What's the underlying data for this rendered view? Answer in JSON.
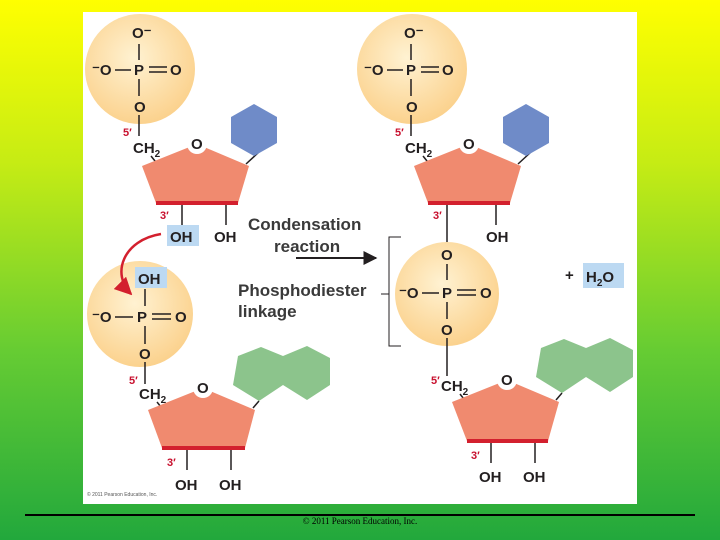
{
  "atoms": {
    "o_minus": "O⁻",
    "minus_o": "⁻O",
    "p": "P",
    "o": "O",
    "oh": "OH",
    "ch2": "CH",
    "sub2": "2"
  },
  "positions": {
    "five_prime": "5′",
    "three_prime": "3′"
  },
  "labels": {
    "condensation_line1": "Condensation",
    "condensation_line2": "reaction",
    "phosphodiester_line1": "Phosphodiester",
    "phosphodiester_line2": "linkage",
    "plus": "+",
    "water_h": "H",
    "water_sub": "2",
    "water_o": "O"
  },
  "colors": {
    "phosphate_circle": "#fbd28e",
    "sugar_ring": "#f08a6f",
    "sugar_bottom_edge": "#d3202e",
    "purine": "#8cc48c",
    "pyrimidine": "#6f8bc8",
    "highlight": "#bcd9f2",
    "arrow_red": "#d3202e"
  },
  "copyright_small": "© 2011 Pearson Education, Inc.",
  "footer": "© 2011 Pearson Education, Inc."
}
